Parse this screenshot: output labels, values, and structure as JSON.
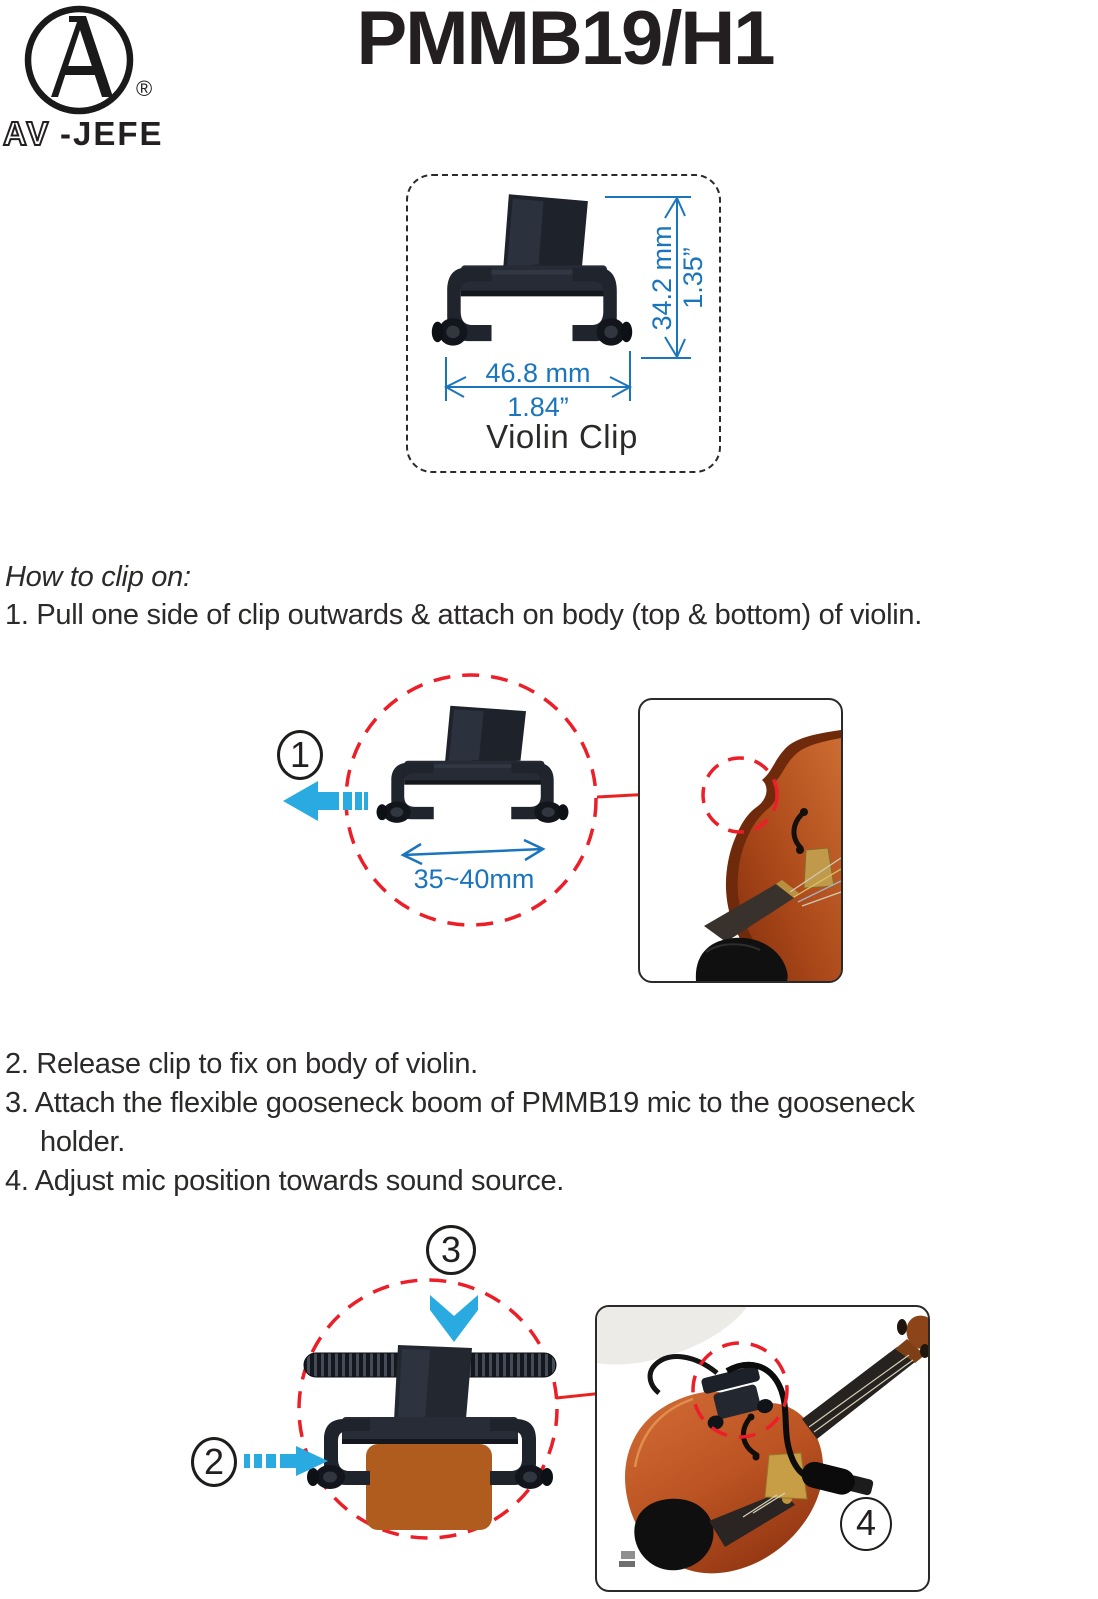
{
  "header": {
    "title": "PMMB19/H1",
    "logo": {
      "monogram": "A",
      "registered": "®",
      "brand_outline": "AV",
      "brand_solid": "-JEFE"
    }
  },
  "spec_box": {
    "product_label": "Violin Clip",
    "height_dimension": {
      "mm": "34.2 mm",
      "inch": "1.35”"
    },
    "width_dimension": {
      "mm": "46.8 mm",
      "inch": "1.84”"
    }
  },
  "instructions": {
    "heading": "How to clip on:",
    "step1": "1. Pull one side of clip outwards & attach on body (top & bottom) of violin.",
    "step2": "2. Release clip to fix on body of violin.",
    "step3_line1": "3. Attach the flexible gooseneck boom of PMMB19 mic to the gooseneck",
    "step3_line2": "holder.",
    "step4": "4. Adjust mic position towards sound source."
  },
  "figure1": {
    "badge": "1",
    "clamp_range": "35~40mm"
  },
  "figure2": {
    "badge_release": "2",
    "badge_attach": "3",
    "badge_adjust": "4"
  },
  "colors": {
    "dimension_blue": "#1B75BC",
    "arrow_cyan": "#29ABE2",
    "highlight_red": "#EC1E28",
    "pad_brown": "#B05C1E",
    "text_dark": "#2B2A29"
  }
}
